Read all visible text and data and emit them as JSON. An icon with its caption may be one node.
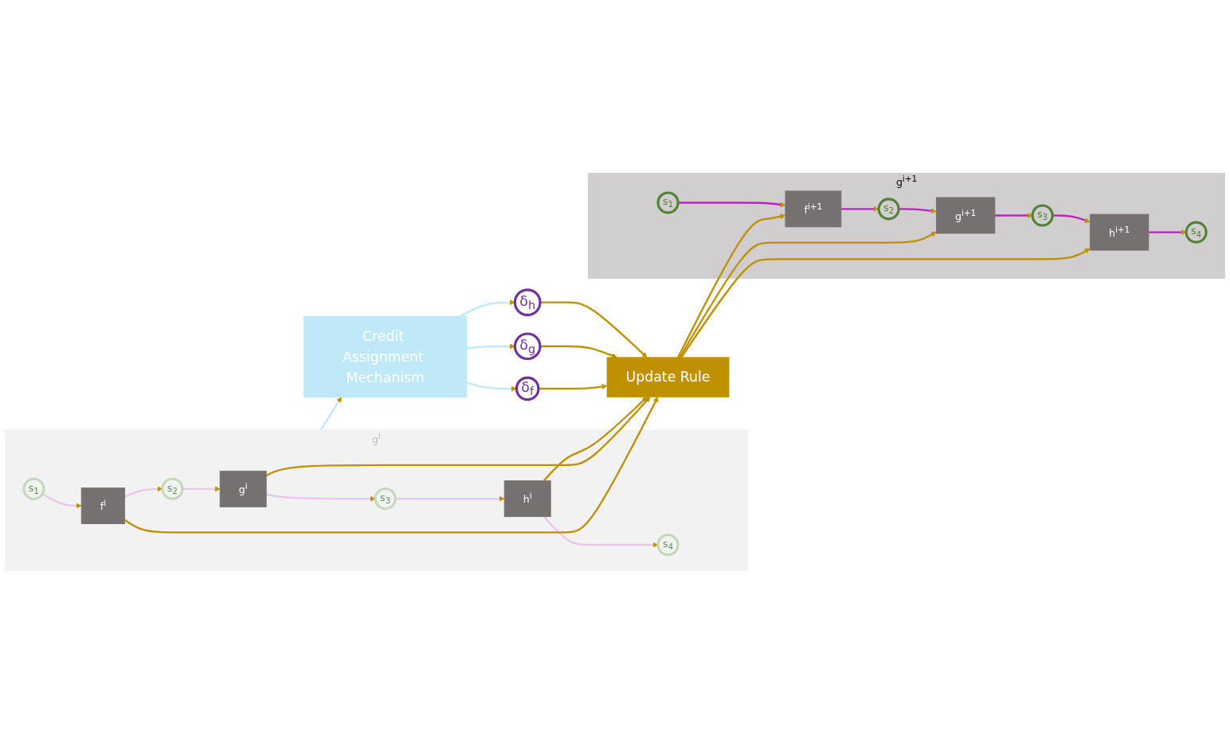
{
  "diagram": {
    "nodes": [
      {
        "text": [
          "g$^{i}$"
        ]
      },
      {
        "text": [
          "s$_{1}$"
        ],
        "in": 0
      },
      {
        "text": [
          "f$^{i}$"
        ],
        "in": 0
      },
      {
        "text": [
          "s$_{2}$"
        ],
        "in": 0
      },
      {
        "text": [
          "g$^{i}$"
        ],
        "in": 0
      },
      {
        "text": [
          "s$_{3}$"
        ],
        "in": 0
      },
      {
        "text": [
          "h$^{i}$"
        ],
        "in": 0
      },
      {
        "text": [
          "s$_{4}$"
        ],
        "in": 0
      },
      {
        "text": [
          "Credit Assignment Mechanism"
        ]
      },
      {
        "text": [
          "δ$_{f}$"
        ]
      },
      {
        "text": [
          "δ$_{g}$"
        ]
      },
      {
        "text": [
          "δ$_{h}$"
        ]
      },
      {
        "text": [
          "Update Rule"
        ]
      },
      {
        "text": [
          "g$^{i+1}$"
        ]
      },
      {
        "text": [
          "s$_{1}$"
        ],
        "in": 13
      },
      {
        "text": [
          "f$^{i+1}$"
        ],
        "in": 13
      },
      {
        "text": [
          "s$_{2}$"
        ],
        "in": 13
      },
      {
        "text": [
          "g$^{i+1}$"
        ],
        "in": 13
      },
      {
        "text": [
          "s$_{3}$"
        ],
        "in": 13
      },
      {
        "text": [
          "h$^{i+1}$"
        ],
        "in": 13
      },
      {
        "text": [
          "s$_{4}$"
        ],
        "in": 13
      }
    ],
    "edges": [
      {
        "from": 1,
        "to": 2,
        "arrow": "to",
        "color": "#ecc4ec"
      },
      {
        "from": 2,
        "to": 3,
        "arrow": "to",
        "color": "#ecc4ec"
      },
      {
        "from": 3,
        "to": 4,
        "arrow": "to",
        "color": "#ecc4ec"
      },
      {
        "from": 4,
        "to": 5,
        "arrow": "to",
        "color": "#ecc4ec"
      },
      {
        "from": 5,
        "to": 6,
        "arrow": "to",
        "color": "#ecc4ec"
      },
      {
        "from": 6,
        "to": 7,
        "arrow": "to",
        "color": "#ecc4ec"
      },
      {
        "from": 0,
        "to": 8,
        "arrow": "to",
        "color": "#bfe9f9"
      },
      {
        "from": 8,
        "to": 9,
        "arrow": "to",
        "color": "#bfe9f9"
      },
      {
        "from": 8,
        "to": 10,
        "arrow": "to",
        "color": "#bfe9f9"
      },
      {
        "from": 8,
        "to": 11,
        "arrow": "to",
        "color": "#bfe9f9"
      },
      {
        "from": 2,
        "to": 12,
        "arrow": "to"
      },
      {
        "from": 4,
        "to": 12,
        "arrow": "to"
      },
      {
        "from": 6,
        "to": 12,
        "arrow": "to"
      },
      {
        "from": 9,
        "to": 12,
        "arrow": "to"
      },
      {
        "from": 10,
        "to": 12,
        "arrow": "to"
      },
      {
        "from": 11,
        "to": 12,
        "arrow": "to"
      },
      {
        "from": 12,
        "to": 15,
        "arrow": "to"
      },
      {
        "from": 12,
        "to": 17,
        "arrow": "to"
      },
      {
        "from": 12,
        "to": 19,
        "arrow": "to"
      },
      {
        "from": 14,
        "to": 15,
        "arrow": "to",
        "color": "#c020c0"
      },
      {
        "from": 15,
        "to": 16,
        "arrow": "to",
        "color": "#c020c0"
      },
      {
        "from": 16,
        "to": 17,
        "arrow": "to",
        "color": "#c020c0"
      },
      {
        "from": 17,
        "to": 18,
        "arrow": "to",
        "color": "#c020c0"
      },
      {
        "from": 18,
        "to": 19,
        "arrow": "to",
        "color": "#c020c0"
      },
      {
        "from": 19,
        "to": 20,
        "arrow": "to",
        "color": "#c020c0"
      }
    ]
  }
}
